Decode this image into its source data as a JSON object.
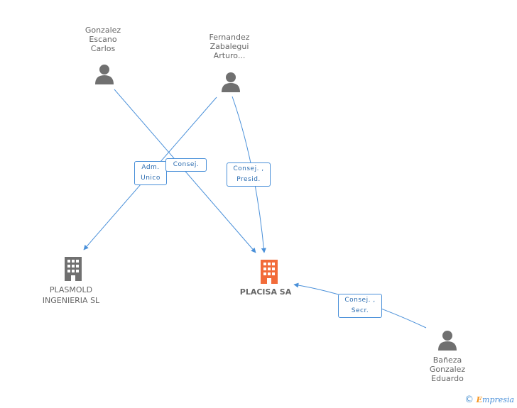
{
  "people": [
    {
      "id": "gonzalez",
      "label": "Gonzalez\nEscano\nCarlos"
    },
    {
      "id": "fernandez",
      "label": "Fernandez\nZabalegui\nArturo..."
    },
    {
      "id": "baneza",
      "label": "Bañeza\nGonzalez\nEduardo"
    }
  ],
  "companies": [
    {
      "id": "plasmold",
      "label": "PLASMOLD\nINGENIERIA SL",
      "color": "#707070"
    },
    {
      "id": "placisa",
      "label": "PLACISA SA",
      "color": "#f26b3a",
      "main": true
    }
  ],
  "relations": [
    {
      "id": "rel-adm-unico",
      "label": "Adm.\nUnico"
    },
    {
      "id": "rel-consej",
      "label": "Consej."
    },
    {
      "id": "rel-consej-presid",
      "label": "Consej. ,\nPresid."
    },
    {
      "id": "rel-consej-secr",
      "label": "Consej. ,\nSecr."
    }
  ],
  "footer": {
    "copyright": "©",
    "brand_first": "E",
    "brand_rest": "mpresia"
  },
  "colors": {
    "edge": "#4a90d9",
    "person": "#707070",
    "main_company": "#f26b3a"
  }
}
